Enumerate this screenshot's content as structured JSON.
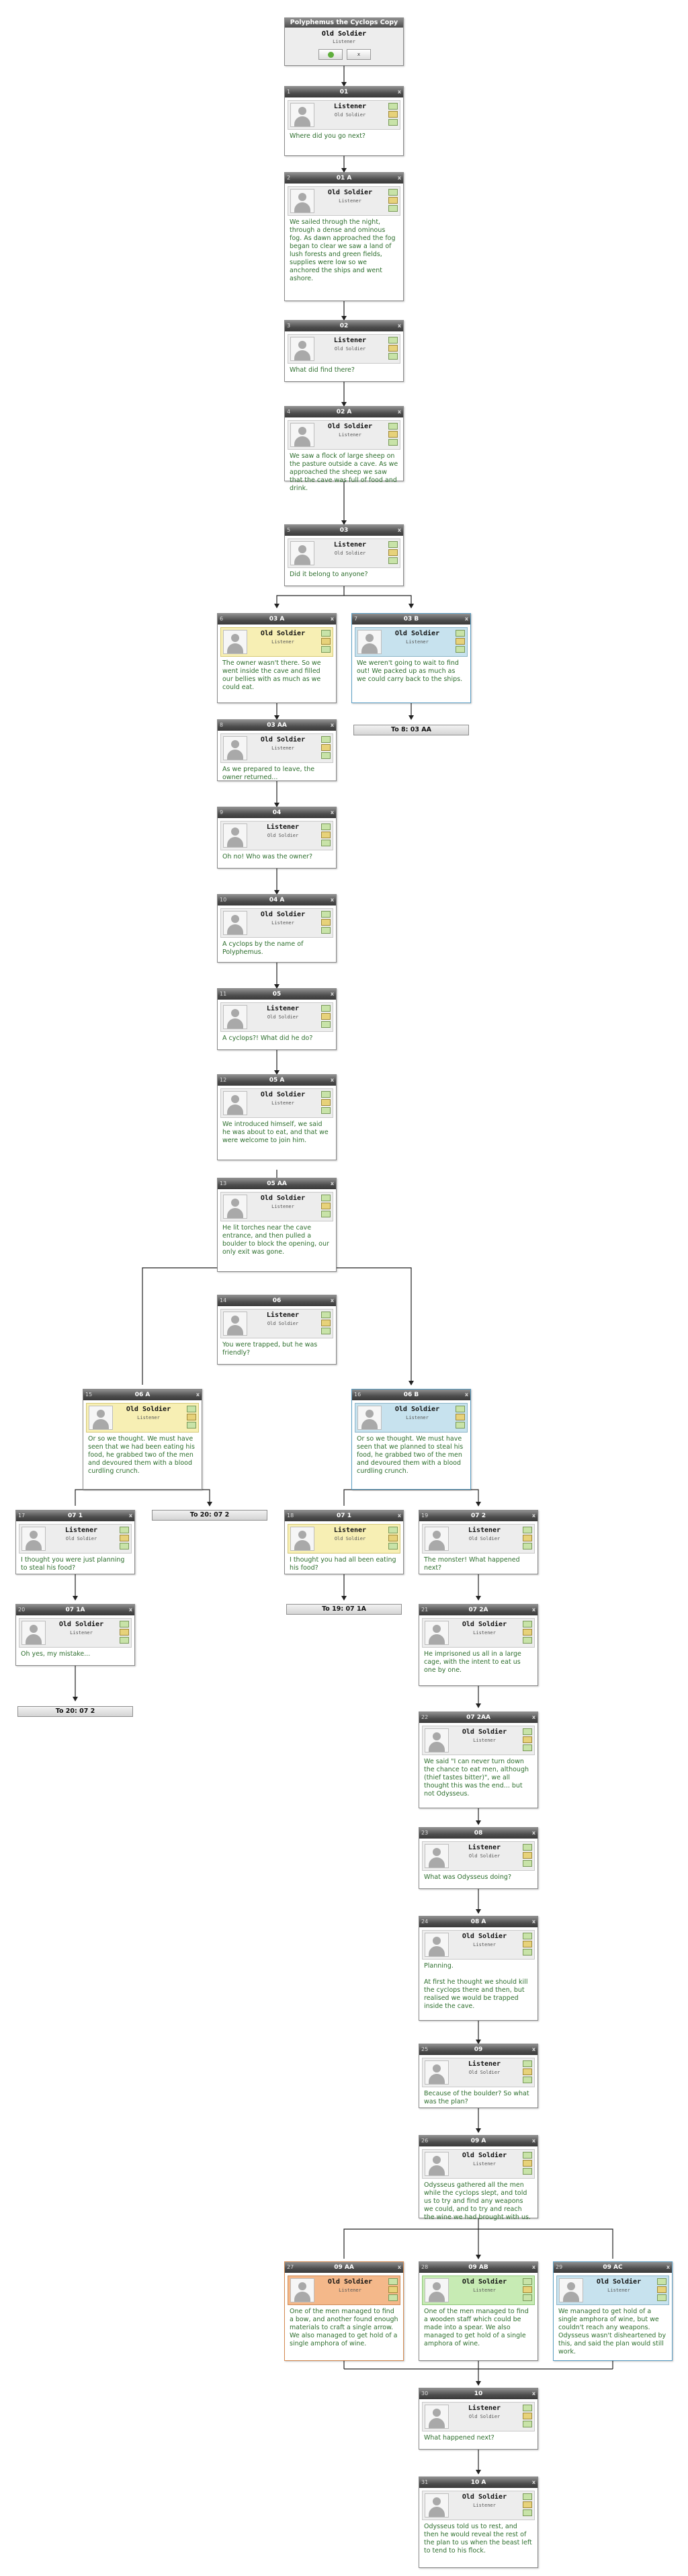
{
  "start": {
    "title": "Polyphemus the Cyclops Copy Cop",
    "speaker": "Old Soldier",
    "listener": "Listener",
    "button_1": "play-icon",
    "button_2_label": "x"
  },
  "nodes": {
    "n1": {
      "num": "1",
      "id": "01",
      "speaker": "Listener",
      "listener": "Old Soldier",
      "text": "Where did you go next?"
    },
    "n2": {
      "num": "2",
      "id": "01 A",
      "speaker": "Old Soldier",
      "listener": "Listener",
      "text": "We sailed through the night, through a dense and ominous fog. As dawn approached the fog began to clear we saw a land of lush forests and green fields, supplies were low so we anchored the ships and went ashore."
    },
    "n3": {
      "num": "3",
      "id": "02",
      "speaker": "Listener",
      "listener": "Old Soldier",
      "text": "What did find there?"
    },
    "n4": {
      "num": "4",
      "id": "02 A",
      "speaker": "Old Soldier",
      "listener": "Listener",
      "text": "We saw a flock of large sheep on the pasture outside a cave. As we approached the sheep we saw that the cave was full of food and drink."
    },
    "n5": {
      "num": "5",
      "id": "03",
      "speaker": "Listener",
      "listener": "Old Soldier",
      "text": "Did it belong to anyone?"
    },
    "n6": {
      "num": "6",
      "id": "03 A",
      "speaker": "Old Soldier",
      "listener": "Listener",
      "text": "The owner wasn't there. So we went inside the cave and filled our bellies with as much as we could eat."
    },
    "n7": {
      "num": "7",
      "id": "03 B",
      "speaker": "Old Soldier",
      "listener": "Listener",
      "text": "We weren't going to wait to find out! We packed up as much as we could carry back to the ships."
    },
    "n8": {
      "num": "8",
      "id": "03 AA",
      "speaker": "Old Soldier",
      "listener": "Listener",
      "text": "As we prepared to leave, the owner returned..."
    },
    "n9": {
      "num": "9",
      "id": "04",
      "speaker": "Listener",
      "listener": "Old Soldier",
      "text": "Oh no! Who was the owner?"
    },
    "n10": {
      "num": "10",
      "id": "04 A",
      "speaker": "Old Soldier",
      "listener": "Listener",
      "text": "A cyclops by the name of Polyphemus."
    },
    "n11": {
      "num": "11",
      "id": "05",
      "speaker": "Listener",
      "listener": "Old Soldier",
      "text": "A cyclops?! What did he do?"
    },
    "n12": {
      "num": "12",
      "id": "05 A",
      "speaker": "Old Soldier",
      "listener": "Listener",
      "text": "We introduced himself, we said he was about to eat, and that we were welcome to join him."
    },
    "n13": {
      "num": "13",
      "id": "05 AA",
      "speaker": "Old Soldier",
      "listener": "Listener",
      "text": "He lit torches near the cave entrance, and then pulled a boulder to block the opening, our only exit was gone."
    },
    "n14": {
      "num": "14",
      "id": "06",
      "speaker": "Listener",
      "listener": "Old Soldier",
      "text": "You were trapped, but he was friendly?"
    },
    "n15": {
      "num": "15",
      "id": "06 A",
      "speaker": "Old Soldier",
      "listener": "Listener",
      "text": "Or so we thought. We must have seen that we had been eating his food, he grabbed two of the men and devoured them with a blood curdling crunch."
    },
    "n16": {
      "num": "16",
      "id": "06 B",
      "speaker": "Old Soldier",
      "listener": "Listener",
      "text": "Or so we thought. We must have seen that we planned to steal his food, he grabbed two of the men and devoured them with a blood curdling crunch."
    },
    "n17": {
      "num": "17",
      "id": "07 1",
      "speaker": "Listener",
      "listener": "Old Soldier",
      "text": "I thought you were just planning to steal his food?"
    },
    "n18": {
      "num": "18",
      "id": "07 1",
      "speaker": "Listener",
      "listener": "Old Soldier",
      "text": "I thought you had all been eating his food?"
    },
    "n19": {
      "num": "19",
      "id": "07 2",
      "speaker": "Listener",
      "listener": "Old Soldier",
      "text": "The monster! What happened next?"
    },
    "n20": {
      "num": "20",
      "id": "07 1A",
      "speaker": "Old Soldier",
      "listener": "Listener",
      "text": "Oh yes, my mistake..."
    },
    "n21": {
      "num": "21",
      "id": "07 2A",
      "speaker": "Old Soldier",
      "listener": "Listener",
      "text": "He imprisoned us all in a large cage, with the intent to eat us one by one."
    },
    "n22": {
      "num": "22",
      "id": "07 2AA",
      "speaker": "Old Soldier",
      "listener": "Listener",
      "text": "We said \"I can never turn down the chance to eat men, although (thief tastes bitter)\", we all thought this was the end... but not Odysseus."
    },
    "n23": {
      "num": "23",
      "id": "08",
      "speaker": "Listener",
      "listener": "Old Soldier",
      "text": "What was Odysseus doing?"
    },
    "n24": {
      "num": "24",
      "id": "08 A",
      "speaker": "Old Soldier",
      "listener": "Listener",
      "text": "Planning.\n\nAt first he thought we should kill the cyclops there and then, but realised we would be trapped inside the cave."
    },
    "n25": {
      "num": "25",
      "id": "09",
      "speaker": "Listener",
      "listener": "Old Soldier",
      "text": "Because of the boulder? So what was the plan?"
    },
    "n26": {
      "num": "26",
      "id": "09 A",
      "speaker": "Old Soldier",
      "listener": "Listener",
      "text": "Odysseus gathered all the men while the cyclops slept, and told us to try and find any weapons we could, and to try and reach the wine we had brought with us."
    },
    "n27": {
      "num": "27",
      "id": "09 AA",
      "speaker": "Old Soldier",
      "listener": "Listener",
      "text": "One of the men managed to find a bow, and another found enough materials to craft a single arrow. We also managed to get hold of a single amphora of wine."
    },
    "n28": {
      "num": "28",
      "id": "09 AB",
      "speaker": "Old Soldier",
      "listener": "Listener",
      "text": "One of the men managed to find a wooden staff which could be made into a spear. We also managed to get hold of a single amphora of wine."
    },
    "n29": {
      "num": "29",
      "id": "09 AC",
      "speaker": "Old Soldier",
      "listener": "Listener",
      "text": "We managed to get hold of a single amphora of wine, but we couldn't reach any weapons. Odysseus wasn't disheartened by this, and said the plan would still work."
    },
    "n30": {
      "num": "30",
      "id": "10",
      "speaker": "Listener",
      "listener": "Old Soldier",
      "text": "What happened next?"
    },
    "n31": {
      "num": "31",
      "id": "10 A",
      "speaker": "Old Soldier",
      "listener": "Listener",
      "text": "Odysseus told us to rest, and then he would reveal the rest of the plan to us when the beast left to tend to his flock."
    }
  },
  "gotos": {
    "g1": "To 8: 03 AA",
    "g2": "To 20: 07 2",
    "g3": "To 19: 07 1A",
    "g4": "To 20: 07 2"
  },
  "colors": {
    "connector": "#222222",
    "text": "#2d6e2d",
    "header_dark": "#3a3a3a",
    "yellow_tint": "#f7efb4",
    "blue_tint": "#c7e2ee",
    "orange_tint": "#f4b88a",
    "green_tint": "#c7ebb4"
  }
}
